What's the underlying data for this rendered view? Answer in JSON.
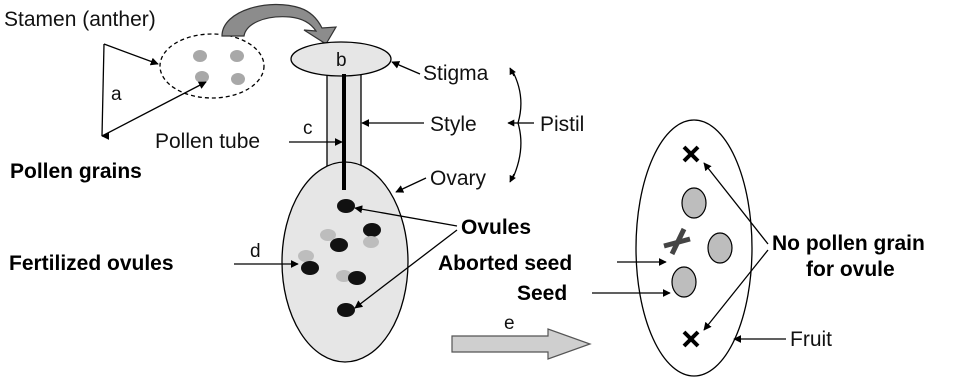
{
  "labels": {
    "stamen": "Stamen (anther)",
    "pollen_grains": "Pollen grains",
    "pollen_tube": "Pollen tube",
    "stigma": "Stigma",
    "style": "Style",
    "pistil": "Pistil",
    "ovary": "Ovary",
    "ovules": "Ovules",
    "fertilized_ovules": "Fertilized ovules",
    "aborted_seed": "Aborted seed",
    "seed": "Seed",
    "no_pollen_line1": "No pollen grain",
    "no_pollen_line2": "for ovule",
    "fruit": "Fruit"
  },
  "letters": {
    "a": "a",
    "b": "b",
    "c": "c",
    "d": "d",
    "e": "e"
  },
  "colors": {
    "fill_light": "#e6e6e6",
    "grain": "#a8a8a8",
    "ovule_dark": "#111111",
    "ovule_grey": "#bdbdbd",
    "arrow_fill": "#cfcfcf"
  }
}
